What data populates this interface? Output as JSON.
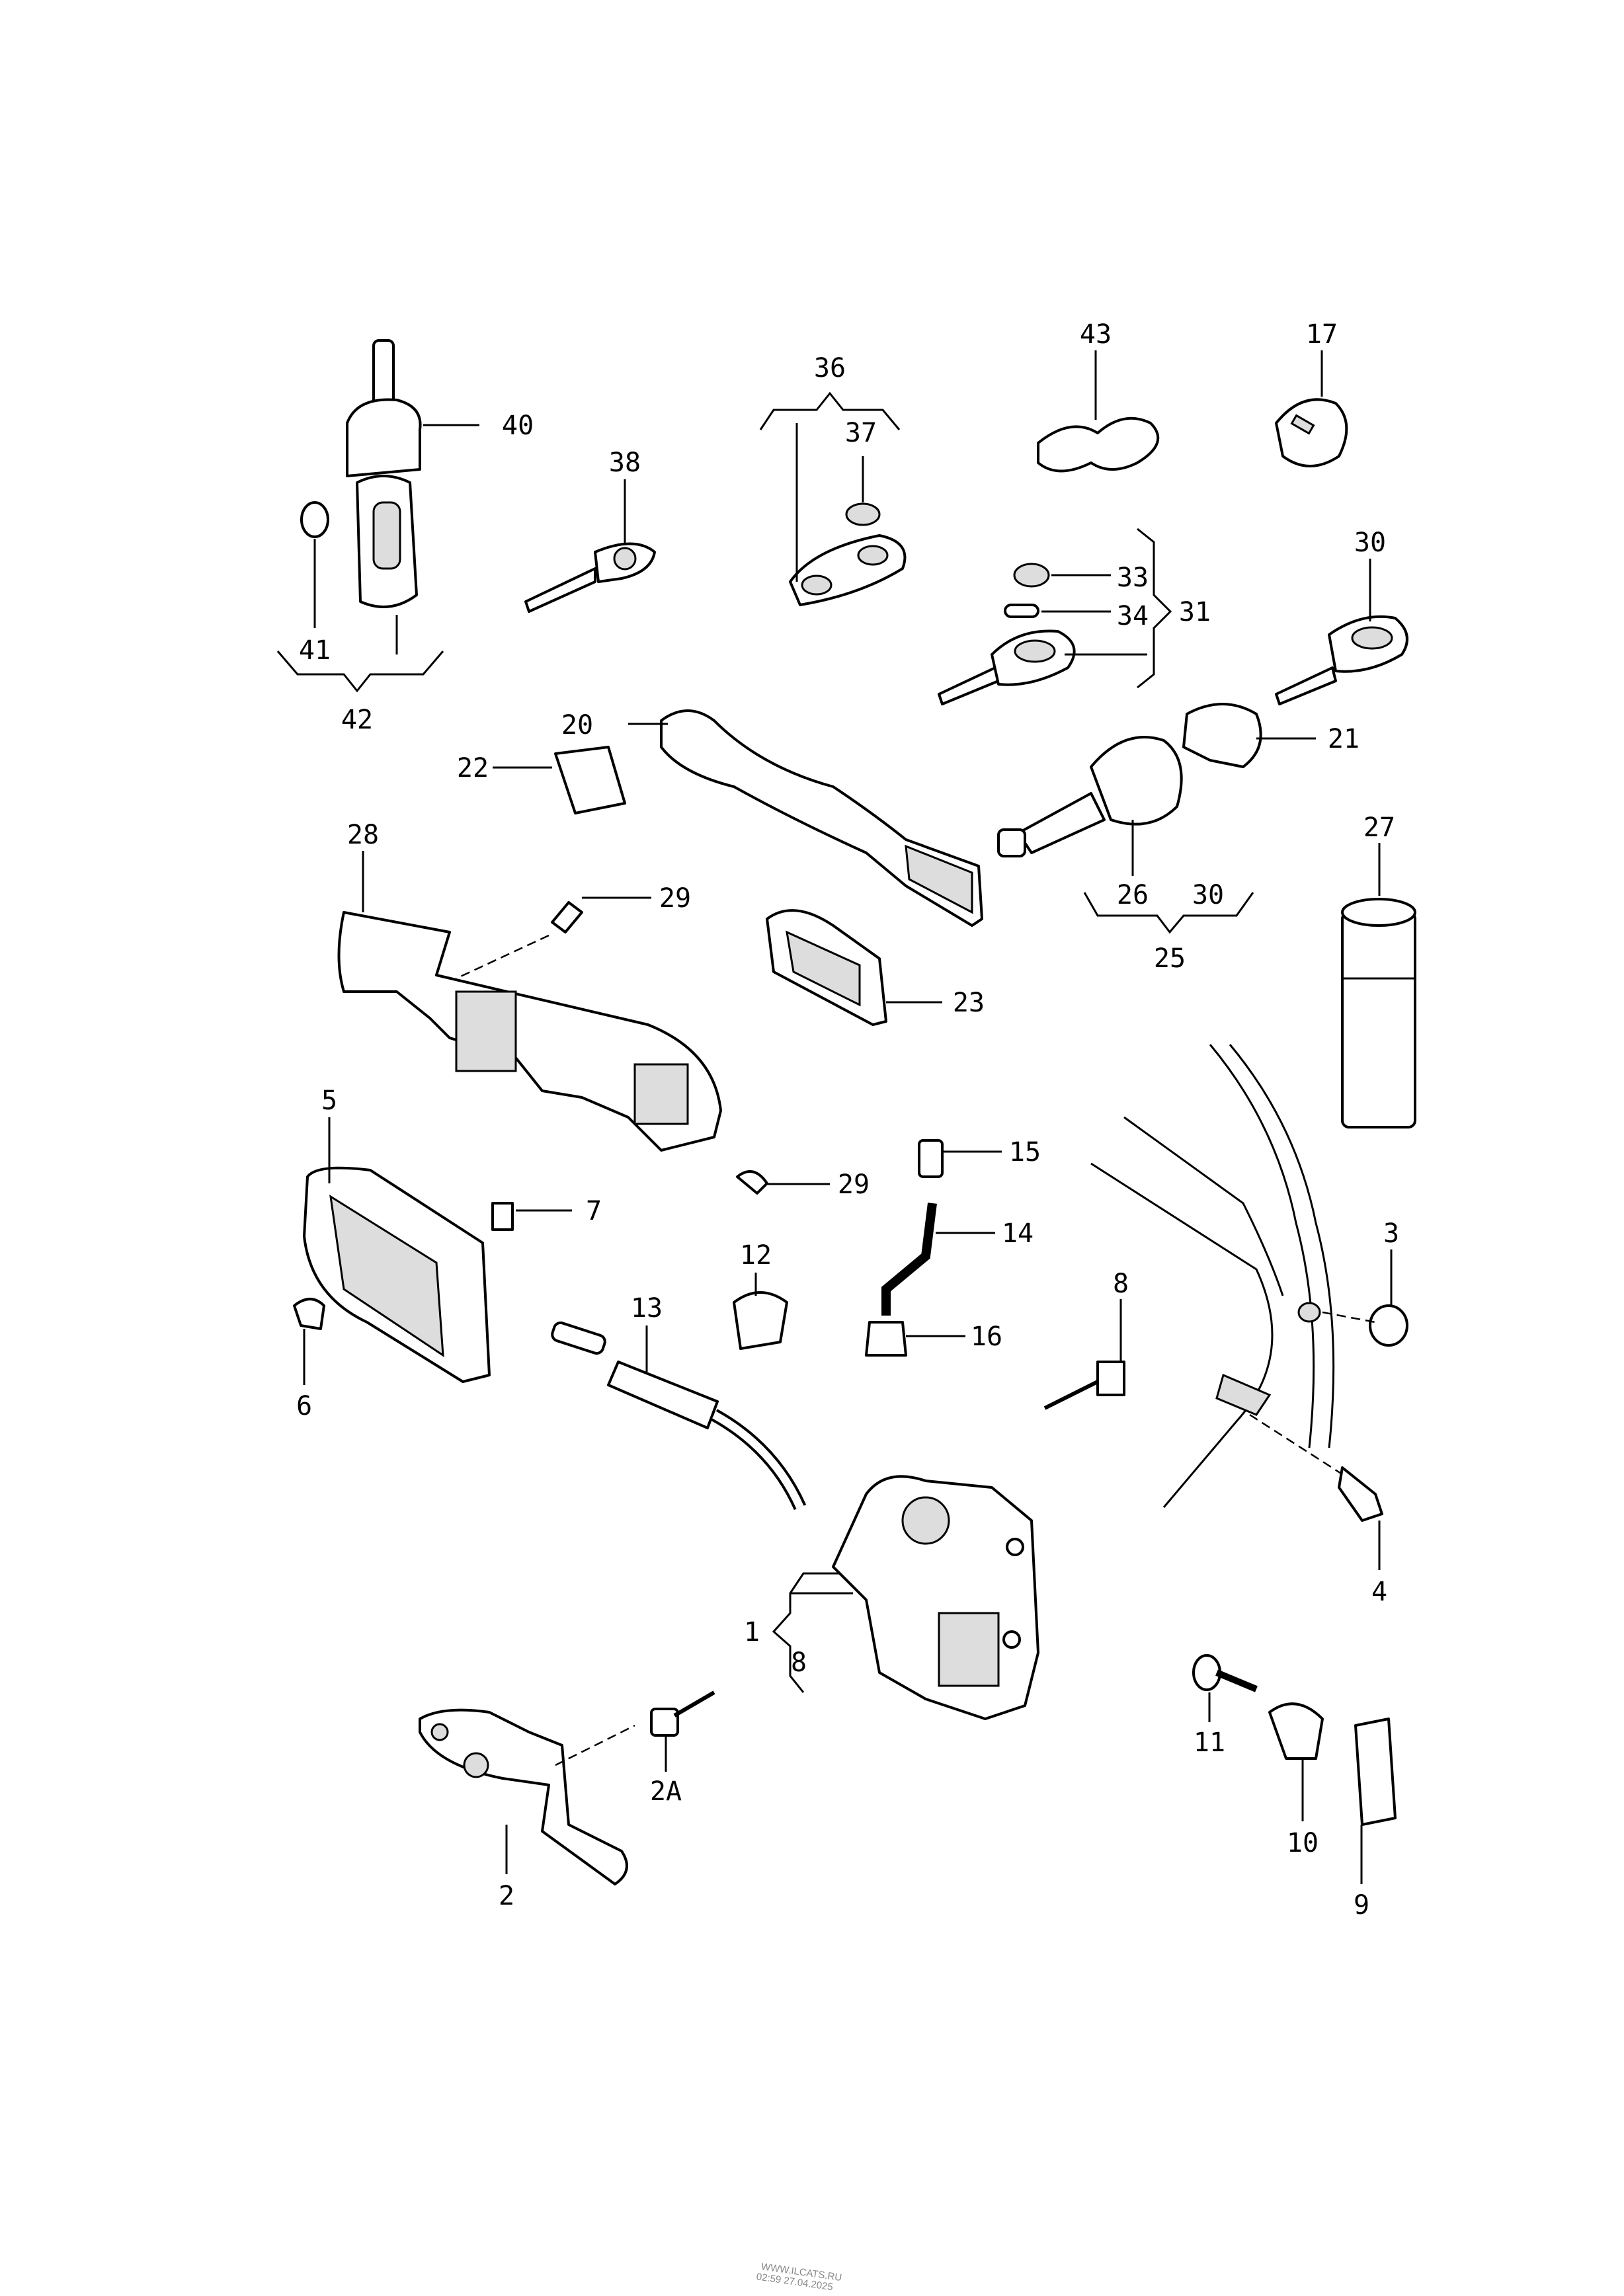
{
  "callouts": {
    "c40": "40",
    "c41": "41",
    "c42": "42",
    "c38": "38",
    "c36": "36",
    "c37": "37",
    "c43": "43",
    "c17": "17",
    "c33": "33",
    "c34": "34",
    "c31": "31",
    "c30a": "30",
    "c20": "20",
    "c22": "22",
    "c21": "21",
    "c28": "28",
    "c29a": "29",
    "c27": "27",
    "c26": "26",
    "c30b": "30",
    "c25": "25",
    "c23": "23",
    "c5": "5",
    "c29b": "29",
    "c15": "15",
    "c7": "7",
    "c14": "14",
    "c12": "12",
    "c3": "3",
    "c13": "13",
    "c8a": "8",
    "c16": "16",
    "c6": "6",
    "c4": "4",
    "c1": "1",
    "c8b": "8",
    "c11": "11",
    "c2A": "2A",
    "c10": "10",
    "c2": "2",
    "c9": "9"
  },
  "watermark": {
    "site": "WWW.ILCATS.RU",
    "timestamp": "02:59 27.04.2025"
  }
}
